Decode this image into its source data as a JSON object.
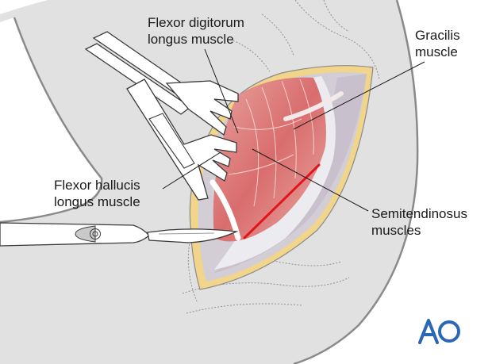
{
  "labels": {
    "flexor_digitorum": [
      "Flexor digitorum",
      "longus muscle"
    ],
    "gracilis": [
      "Gracilis",
      "muscle"
    ],
    "flexor_hallucis": [
      "Flexor hallucis",
      "longus muscle"
    ],
    "semitendinosus": [
      "Semitendinosus",
      "muscles"
    ]
  },
  "logo_text": "AO",
  "colors": {
    "limb": "#e1e1e1",
    "limb_outline": "#8a8a8a",
    "skin_edge": "#f0d58a",
    "fascia": "#d3cdd6",
    "muscle": "#e08484",
    "incision": "#e2151c",
    "logo": "#2a68b5"
  }
}
